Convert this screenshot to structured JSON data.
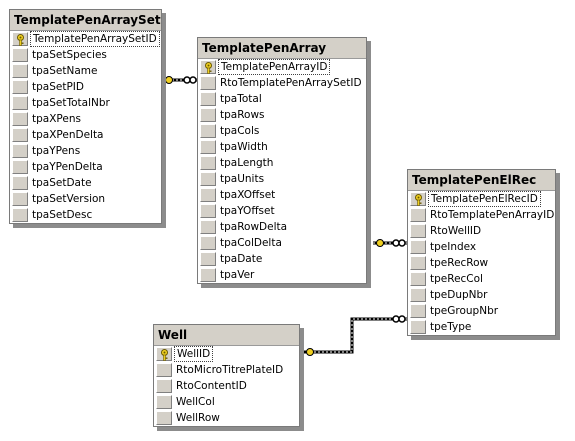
{
  "tables": {
    "tpas": {
      "title": "TemplatePenArraySet",
      "fields": [
        "TemplatePenArraySetID",
        "tpaSetSpecies",
        "tpaSetName",
        "tpaSetPID",
        "tpaSetTotalNbr",
        "tpaXPens",
        "tpaXPenDelta",
        "tpaYPens",
        "tpaYPenDelta",
        "tpaSetDate",
        "tpaSetVersion",
        "tpaSetDesc"
      ]
    },
    "tpa": {
      "title": "TemplatePenArray",
      "fields": [
        "TemplatePenArrayID",
        "RtoTemplatePenArraySetID",
        "tpaTotal",
        "tpaRows",
        "tpaCols",
        "tpaWidth",
        "tpaLength",
        "tpaUnits",
        "tpaXOffset",
        "tpaYOffset",
        "tpaRowDelta",
        "tpaColDelta",
        "tpaDate",
        "tpaVer"
      ]
    },
    "tpe": {
      "title": "TemplatePenElRec",
      "fields": [
        "TemplatePenElRecID",
        "RtoTemplatePenArrayID",
        "RtoWellID",
        "tpeIndex",
        "tpeRecRow",
        "tpeRecCol",
        "tpeDupNbr",
        "tpeGroupNbr",
        "tpeType"
      ]
    },
    "well": {
      "title": "Well",
      "fields": [
        "WellID",
        "RtoMicroTitrePlateID",
        "RtoContentID",
        "WellCol",
        "WellRow"
      ]
    }
  },
  "icons": {
    "primary_key": "key-icon",
    "relationship_end": "key-endpoint-icon",
    "many_end": "infinity-endpoint-icon"
  },
  "colors": {
    "title_bar": "#d4d0c8",
    "border": "#7a7a7a",
    "shadow": "#8c8c8c",
    "key": "#f0d020"
  }
}
